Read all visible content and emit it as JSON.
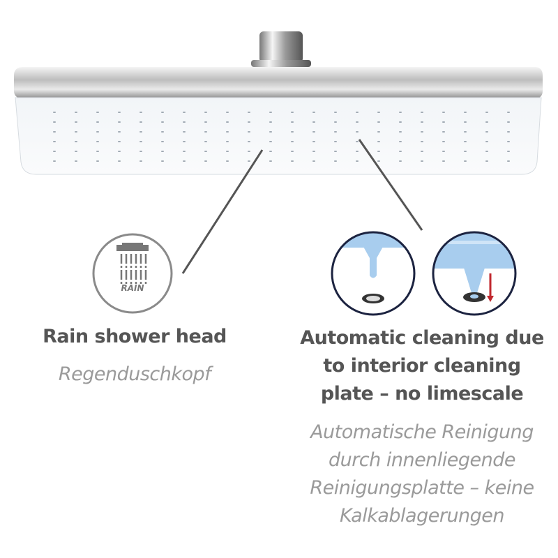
{
  "left_feature": {
    "icon": "rain-shower-icon",
    "icon_label": "RAIN",
    "title_en": "Rain shower head",
    "title_de": "Regenduschkopf"
  },
  "right_feature": {
    "icon": "cleaning-plate-illustration",
    "title_en_lines": [
      "Automatic cleaning due",
      "to interior cleaning",
      "plate – no limescale"
    ],
    "title_de_lines": [
      "Automatische Reinigung",
      "durch innenliegende",
      "Reinigungsplatte – keine",
      "Kalkablagerungen"
    ]
  },
  "colors": {
    "text_dark": "#555555",
    "text_light": "#9a9a9a",
    "circle_navy": "#1c2340",
    "nozzle_blue": "#a8cdee",
    "arrow_red": "#c0272d"
  }
}
